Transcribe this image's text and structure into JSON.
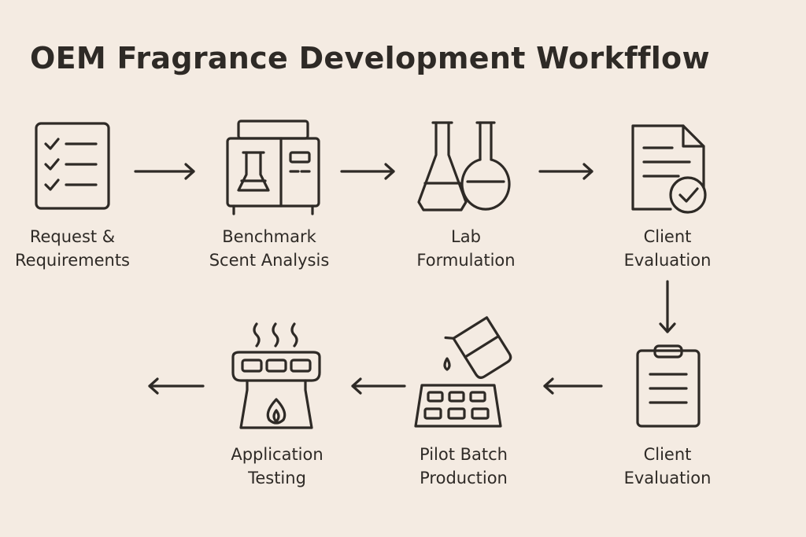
{
  "title": "OEM Fragrance Development Workfflow",
  "steps": [
    {
      "line1": "Request &",
      "line2": "Requirements",
      "icon": "checklist-icon"
    },
    {
      "line1": "Benchmark",
      "line2": "Scent Analysis",
      "icon": "lab-instrument-icon"
    },
    {
      "line1": "Lab",
      "line2": "Formulation",
      "icon": "flasks-icon"
    },
    {
      "line1": "Client",
      "line2": "Evaluation",
      "icon": "document-check-icon"
    },
    {
      "line1": "Client",
      "line2": "Evaluation",
      "icon": "clipboard-icon"
    },
    {
      "line1": "Pilot Batch",
      "line2": "Production",
      "icon": "pouring-mold-icon"
    },
    {
      "line1": "Application",
      "line2": "Testing",
      "icon": "wax-warmer-icon"
    }
  ],
  "colors": {
    "background": "#f4ebe2",
    "ink": "#2e2a26"
  }
}
